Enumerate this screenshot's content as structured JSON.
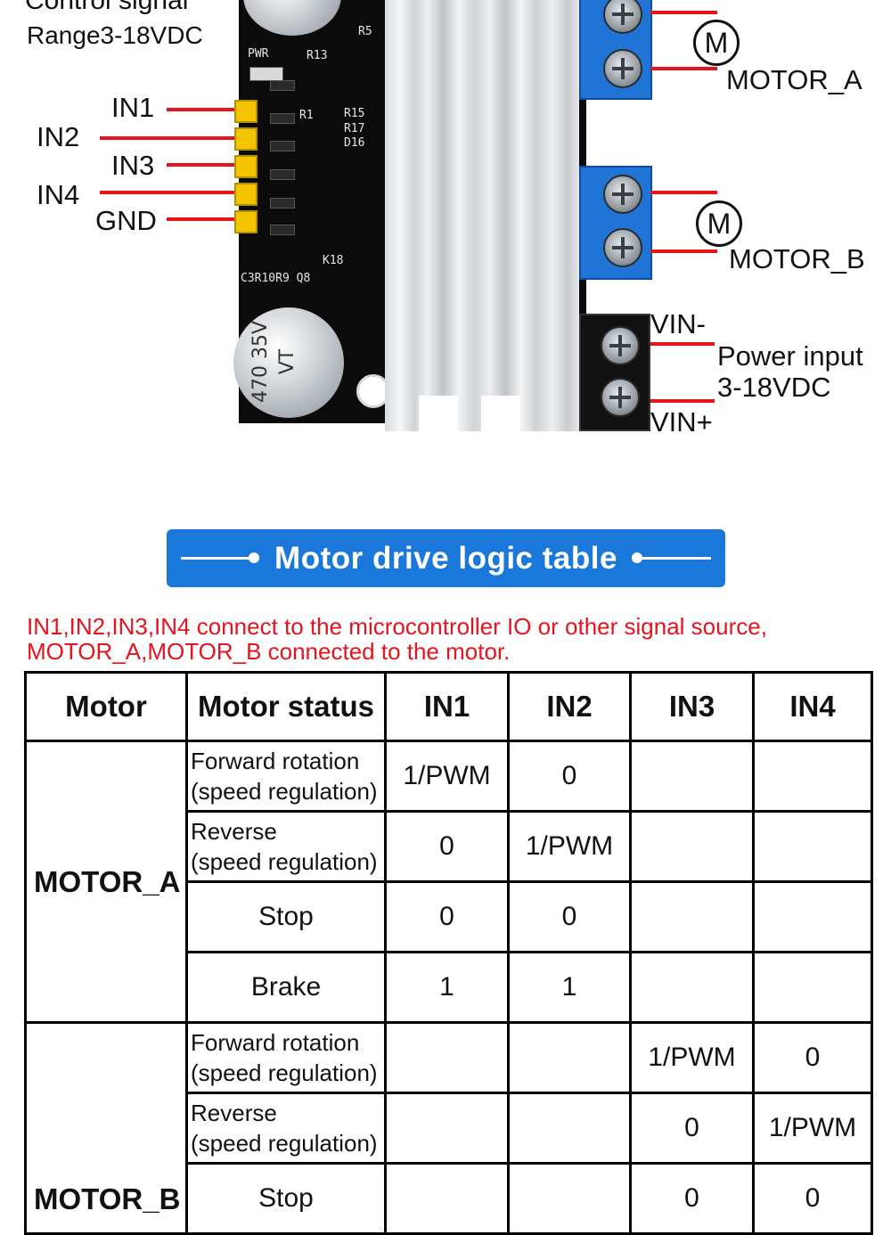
{
  "diagram": {
    "control_signal_title": "Control signal",
    "range": "Range3-18VDC",
    "pins": [
      "IN1",
      "IN2",
      "IN3",
      "IN4",
      "GND"
    ],
    "motor_symbol": "M",
    "motor_a": "MOTOR_A",
    "motor_b": "MOTOR_B",
    "vin_minus": "VIN-",
    "vin_plus": "VIN+",
    "power_input": "Power input",
    "power_range": "3-18VDC",
    "silkscreen": {
      "pwr": "PWR",
      "r13": "R13",
      "r5": "R5",
      "r1": "R1",
      "r15": "R15",
      "r17": "R17",
      "d16": "D16",
      "bottom": "C3R10R9 Q8",
      "k18": "K18"
    },
    "capacitor_text": "470 35V VT"
  },
  "banner": {
    "title": "Motor drive logic table"
  },
  "note": {
    "line1": "IN1,IN2,IN3,IN4 connect to the microcontroller IO or other signal source,",
    "line2": "MOTOR_A,MOTOR_B connected to the motor."
  },
  "table": {
    "headers": [
      "Motor",
      "Motor status",
      "IN1",
      "IN2",
      "IN3",
      "IN4"
    ],
    "motor_a": {
      "name": "MOTOR_A",
      "rows": [
        {
          "status1": "Forward rotation",
          "status2": "(speed regulation)",
          "in1": "1/PWM",
          "in2": "0",
          "in3": "",
          "in4": ""
        },
        {
          "status1": "Reverse",
          "status2": "(speed regulation)",
          "in1": "0",
          "in2": "1/PWM",
          "in3": "",
          "in4": ""
        },
        {
          "status": "Stop",
          "in1": "0",
          "in2": "0",
          "in3": "",
          "in4": ""
        },
        {
          "status": "Brake",
          "in1": "1",
          "in2": "1",
          "in3": "",
          "in4": ""
        }
      ]
    },
    "motor_b": {
      "name": "MOTOR_B",
      "rows": [
        {
          "status1": "Forward rotation",
          "status2": "(speed regulation)",
          "in1": "",
          "in2": "",
          "in3": "1/PWM",
          "in4": "0"
        },
        {
          "status1": "Reverse",
          "status2": "(speed regulation)",
          "in1": "",
          "in2": "",
          "in3": "0",
          "in4": "1/PWM"
        },
        {
          "status": "Stop",
          "in1": "",
          "in2": "",
          "in3": "0",
          "in4": "0"
        }
      ]
    }
  },
  "colors": {
    "accent_blue": "#1b78db",
    "note_red": "#e5141e",
    "wire_red": "#e8141c"
  }
}
